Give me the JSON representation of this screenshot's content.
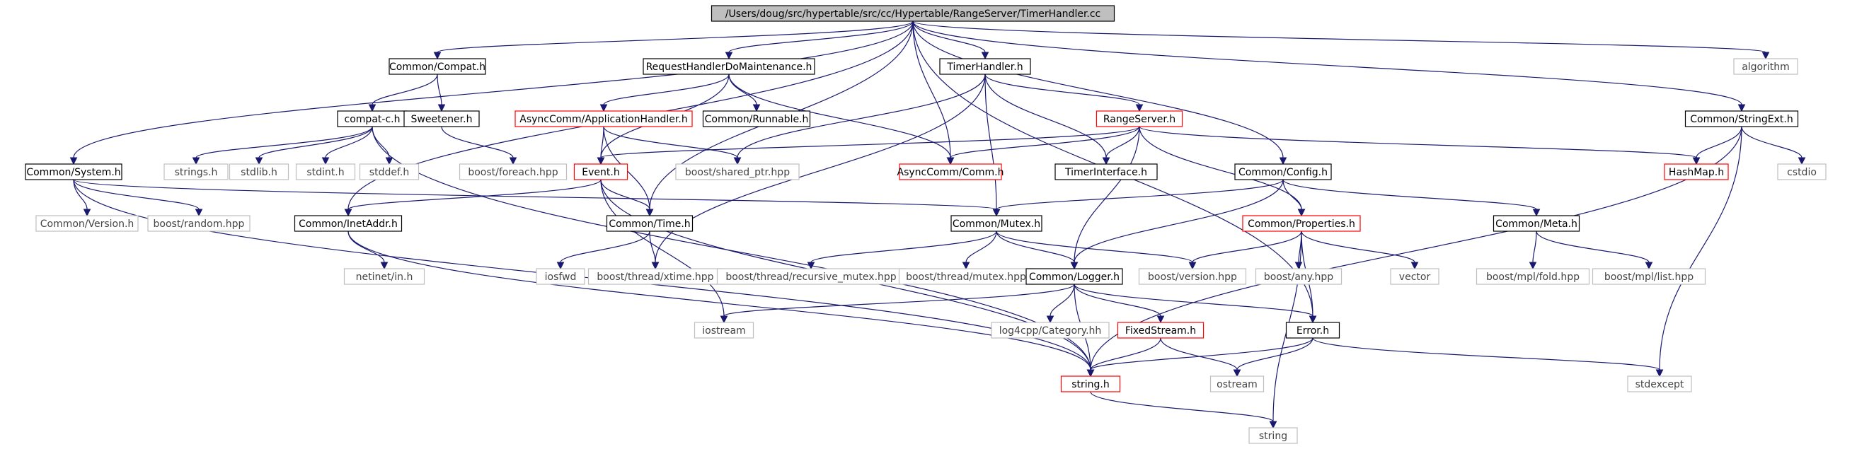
{
  "colors": {
    "root_fill": "#bfbfbf",
    "root_border": "#000000",
    "local_border": "#000000",
    "truncated_border": "#ff0000",
    "system_border": "#bfbfbf",
    "system_text": "#444444",
    "edge": "#191970"
  },
  "nodes": {
    "n0": {
      "label": "/Users/doug/src/hypertable/src/cc/Hypertable/RangeServer/TimerHandler.cc",
      "kind": "root"
    },
    "n1": {
      "label": "Common/Compat.h",
      "kind": "local"
    },
    "n2": {
      "label": "RequestHandlerDoMaintenance.h",
      "kind": "local"
    },
    "n3": {
      "label": "TimerHandler.h",
      "kind": "local"
    },
    "n4": {
      "label": "algorithm",
      "kind": "system"
    },
    "n5": {
      "label": "Common/StringExt.h",
      "kind": "local"
    },
    "n6": {
      "label": "compat-c.h",
      "kind": "local"
    },
    "n7": {
      "label": "Sweetener.h",
      "kind": "local"
    },
    "n8": {
      "label": "AsyncComm/ApplicationHandler.h",
      "kind": "truncated"
    },
    "n9": {
      "label": "Common/Runnable.h",
      "kind": "local"
    },
    "n10": {
      "label": "RangeServer.h",
      "kind": "truncated"
    },
    "n11": {
      "label": "Common/System.h",
      "kind": "local"
    },
    "n12": {
      "label": "strings.h",
      "kind": "system"
    },
    "n13": {
      "label": "stdlib.h",
      "kind": "system"
    },
    "n14": {
      "label": "stdint.h",
      "kind": "system"
    },
    "n15": {
      "label": "stddef.h",
      "kind": "system"
    },
    "n16": {
      "label": "boost/foreach.hpp",
      "kind": "system"
    },
    "n17": {
      "label": "Event.h",
      "kind": "truncated"
    },
    "n18": {
      "label": "boost/shared_ptr.hpp",
      "kind": "system"
    },
    "n19": {
      "label": "AsyncComm/Comm.h",
      "kind": "truncated"
    },
    "n20": {
      "label": "TimerInterface.h",
      "kind": "local"
    },
    "n21": {
      "label": "Common/Config.h",
      "kind": "local"
    },
    "n22": {
      "label": "HashMap.h",
      "kind": "truncated"
    },
    "n23": {
      "label": "cstdio",
      "kind": "system"
    },
    "n24": {
      "label": "Common/Version.h",
      "kind": "system"
    },
    "n25": {
      "label": "boost/random.hpp",
      "kind": "system"
    },
    "n26": {
      "label": "Common/InetAddr.h",
      "kind": "local"
    },
    "n27": {
      "label": "Common/Time.h",
      "kind": "local"
    },
    "n28": {
      "label": "Common/Mutex.h",
      "kind": "local"
    },
    "n29": {
      "label": "Common/Properties.h",
      "kind": "truncated"
    },
    "n30": {
      "label": "Common/Meta.h",
      "kind": "local"
    },
    "n31": {
      "label": "netinet/in.h",
      "kind": "system"
    },
    "n32": {
      "label": "iosfwd",
      "kind": "system"
    },
    "n33": {
      "label": "boost/thread/xtime.hpp",
      "kind": "system"
    },
    "n34": {
      "label": "boost/thread/recursive_mutex.hpp",
      "kind": "system"
    },
    "n35": {
      "label": "boost/thread/mutex.hpp",
      "kind": "system"
    },
    "n36": {
      "label": "Common/Logger.h",
      "kind": "local"
    },
    "n37": {
      "label": "boost/version.hpp",
      "kind": "system"
    },
    "n38": {
      "label": "boost/any.hpp",
      "kind": "system"
    },
    "n39": {
      "label": "vector",
      "kind": "system"
    },
    "n40": {
      "label": "boost/mpl/fold.hpp",
      "kind": "system"
    },
    "n41": {
      "label": "boost/mpl/list.hpp",
      "kind": "system"
    },
    "n42": {
      "label": "iostream",
      "kind": "system"
    },
    "n43": {
      "label": "log4cpp/Category.hh",
      "kind": "system"
    },
    "n44": {
      "label": "FixedStream.h",
      "kind": "truncated"
    },
    "n45": {
      "label": "Error.h",
      "kind": "local"
    },
    "n46": {
      "label": "string.h",
      "kind": "truncated"
    },
    "n47": {
      "label": "ostream",
      "kind": "system"
    },
    "n48": {
      "label": "stdexcept",
      "kind": "system"
    },
    "n49": {
      "label": "string",
      "kind": "system"
    }
  },
  "edges": [
    [
      "n0",
      "n1"
    ],
    [
      "n0",
      "n2"
    ],
    [
      "n0",
      "n3"
    ],
    [
      "n0",
      "n4"
    ],
    [
      "n0",
      "n5"
    ],
    [
      "n0",
      "n11"
    ],
    [
      "n0",
      "n26"
    ],
    [
      "n0",
      "n27"
    ],
    [
      "n0",
      "n19"
    ],
    [
      "n0",
      "n21"
    ],
    [
      "n0",
      "n45"
    ],
    [
      "n1",
      "n6"
    ],
    [
      "n1",
      "n7"
    ],
    [
      "n2",
      "n8"
    ],
    [
      "n2",
      "n9"
    ],
    [
      "n2",
      "n17"
    ],
    [
      "n2",
      "n19"
    ],
    [
      "n3",
      "n10"
    ],
    [
      "n3",
      "n18"
    ],
    [
      "n3",
      "n20"
    ],
    [
      "n3",
      "n28"
    ],
    [
      "n3",
      "n33"
    ],
    [
      "n5",
      "n22"
    ],
    [
      "n5",
      "n23"
    ],
    [
      "n5",
      "n46"
    ],
    [
      "n5",
      "n48"
    ],
    [
      "n6",
      "n12"
    ],
    [
      "n6",
      "n13"
    ],
    [
      "n6",
      "n14"
    ],
    [
      "n6",
      "n15"
    ],
    [
      "n6",
      "n46"
    ],
    [
      "n7",
      "n16"
    ],
    [
      "n8",
      "n17"
    ],
    [
      "n8",
      "n18"
    ],
    [
      "n8",
      "n27"
    ],
    [
      "n10",
      "n17"
    ],
    [
      "n10",
      "n19"
    ],
    [
      "n10",
      "n20"
    ],
    [
      "n10",
      "n22"
    ],
    [
      "n10",
      "n29"
    ],
    [
      "n10",
      "n36"
    ],
    [
      "n11",
      "n24"
    ],
    [
      "n11",
      "n25"
    ],
    [
      "n11",
      "n28"
    ],
    [
      "n11",
      "n46"
    ],
    [
      "n17",
      "n26"
    ],
    [
      "n17",
      "n27"
    ],
    [
      "n17",
      "n42"
    ],
    [
      "n17",
      "n46"
    ],
    [
      "n21",
      "n28"
    ],
    [
      "n21",
      "n29"
    ],
    [
      "n21",
      "n30"
    ],
    [
      "n21",
      "n36"
    ],
    [
      "n26",
      "n31"
    ],
    [
      "n26",
      "n46"
    ],
    [
      "n27",
      "n32"
    ],
    [
      "n27",
      "n33"
    ],
    [
      "n28",
      "n34"
    ],
    [
      "n28",
      "n35"
    ],
    [
      "n28",
      "n36"
    ],
    [
      "n28",
      "n37"
    ],
    [
      "n29",
      "n37"
    ],
    [
      "n29",
      "n38"
    ],
    [
      "n29",
      "n39"
    ],
    [
      "n29",
      "n45"
    ],
    [
      "n29",
      "n49"
    ],
    [
      "n30",
      "n40"
    ],
    [
      "n30",
      "n41"
    ],
    [
      "n36",
      "n42"
    ],
    [
      "n36",
      "n43"
    ],
    [
      "n36",
      "n44"
    ],
    [
      "n36",
      "n45"
    ],
    [
      "n36",
      "n46"
    ],
    [
      "n44",
      "n46"
    ],
    [
      "n44",
      "n47"
    ],
    [
      "n45",
      "n46"
    ],
    [
      "n45",
      "n47"
    ],
    [
      "n45",
      "n48"
    ],
    [
      "n46",
      "n49"
    ]
  ]
}
